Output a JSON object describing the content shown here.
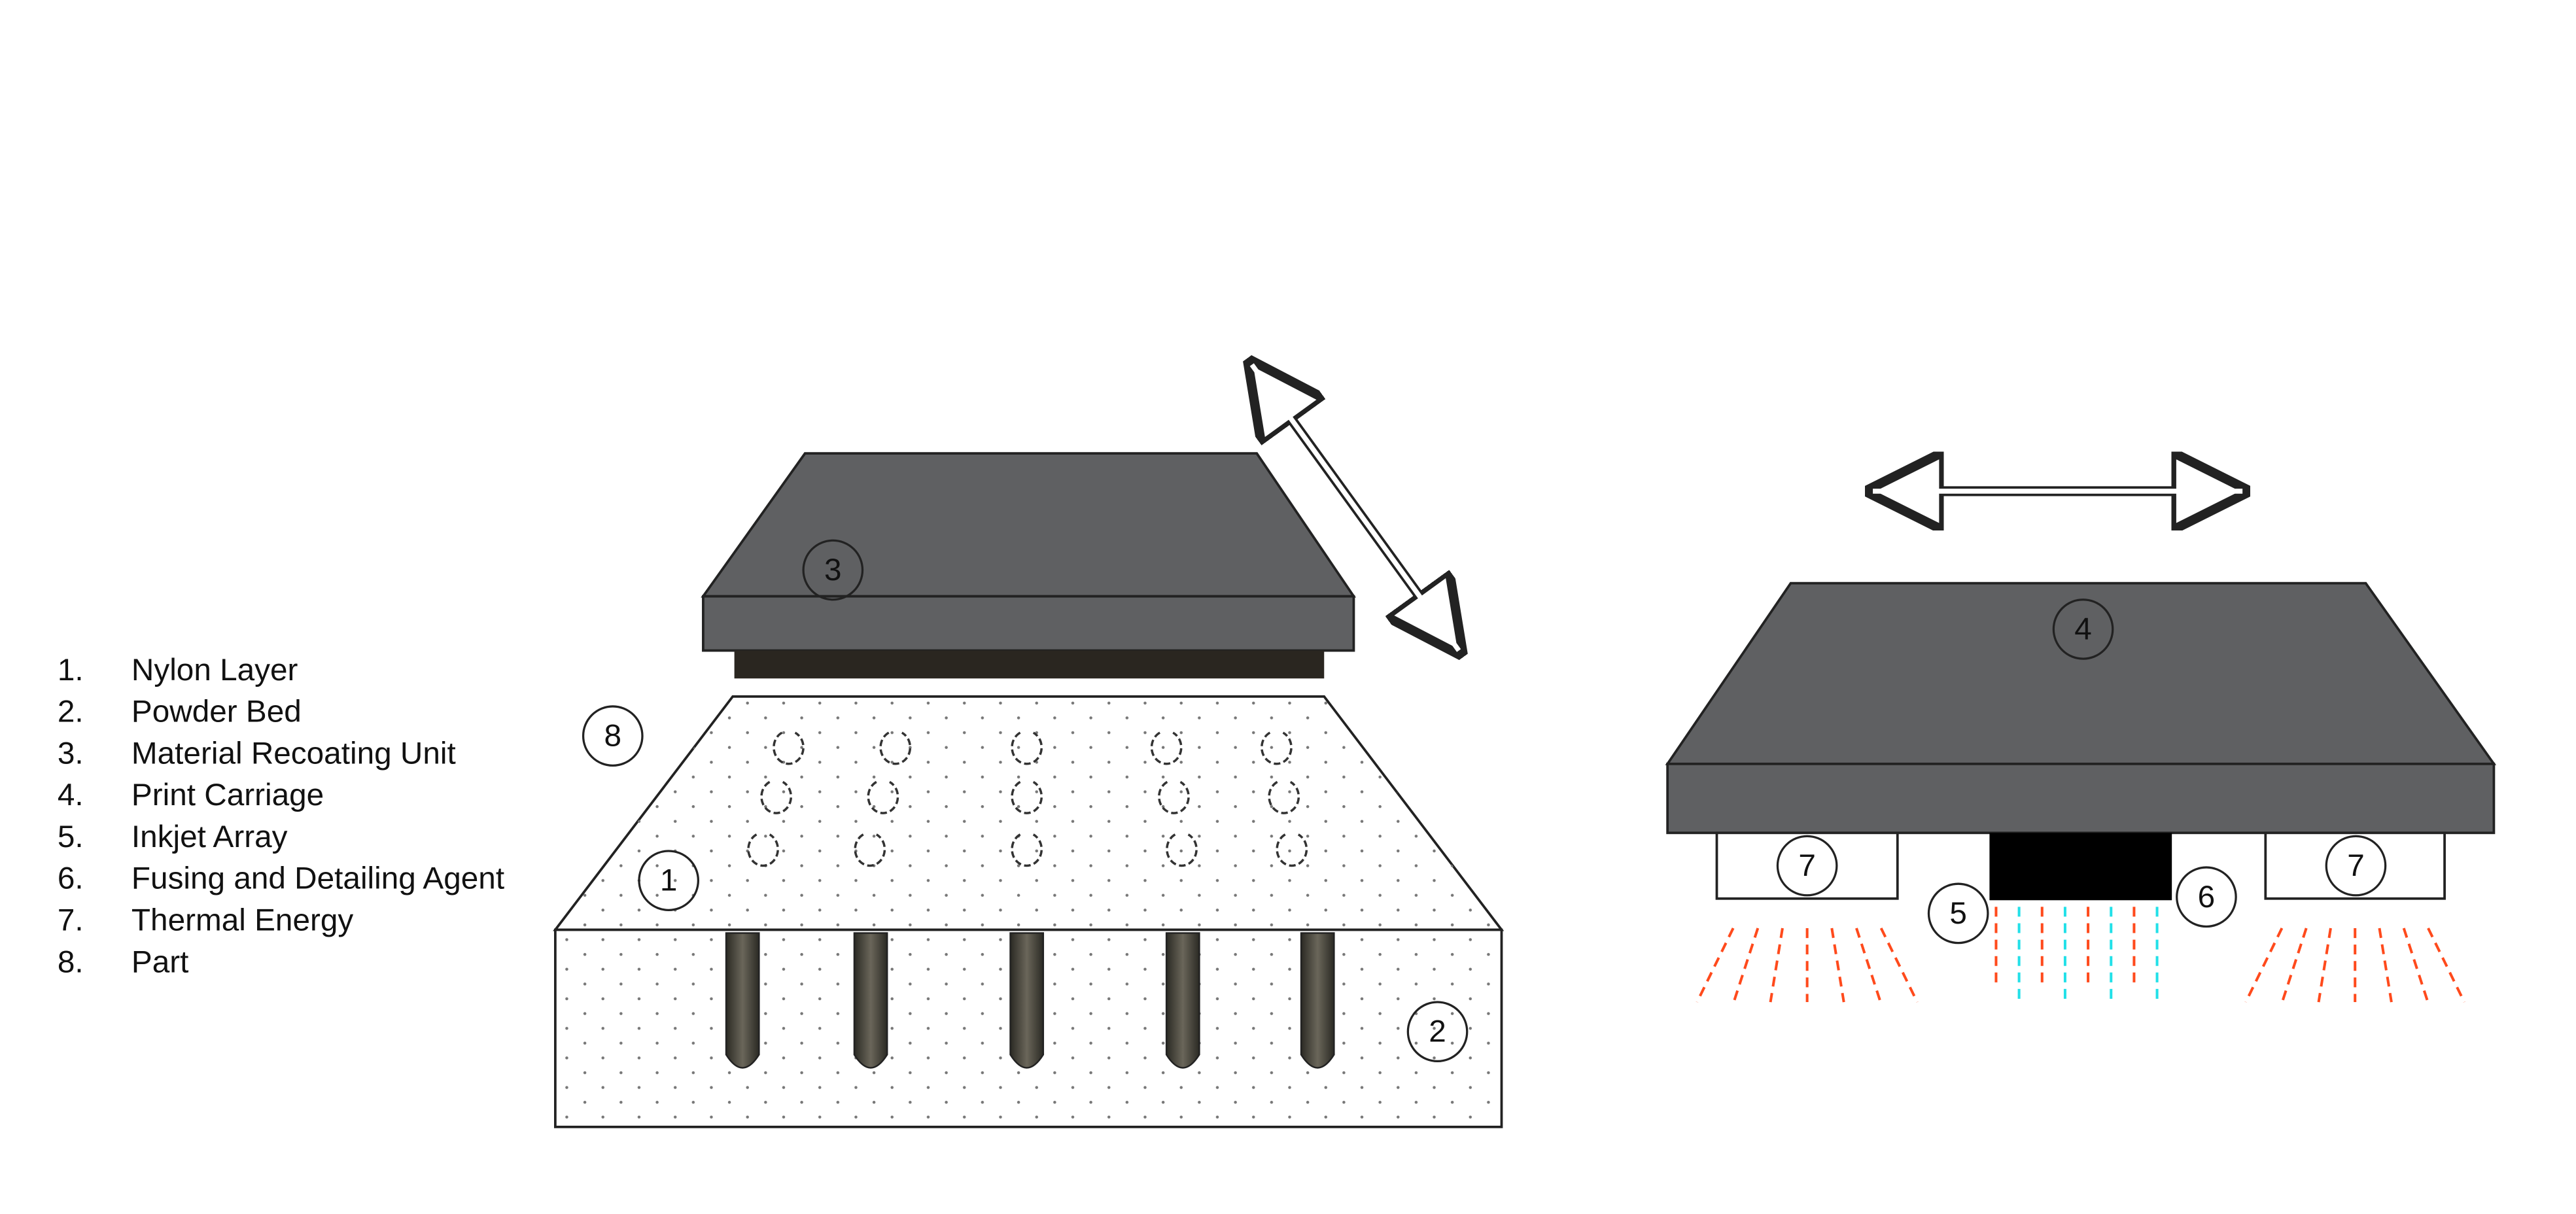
{
  "legend": [
    {
      "num": "1.",
      "label": "Nylon Layer"
    },
    {
      "num": "2.",
      "label": "Powder Bed"
    },
    {
      "num": "3.",
      "label": "Material Recoating Unit"
    },
    {
      "num": "4.",
      "label": "Print Carriage"
    },
    {
      "num": "5.",
      "label": "Inkjet Array"
    },
    {
      "num": "6.",
      "label": "Fusing and Detailing Agent"
    },
    {
      "num": "7.",
      "label": "Thermal Energy"
    },
    {
      "num": "8.",
      "label": "Part"
    }
  ],
  "callouts": {
    "c1": "1",
    "c2": "2",
    "c3": "3",
    "c4": "4",
    "c5": "5",
    "c6": "6",
    "c7a": "7",
    "c7b": "7",
    "c8": "8"
  },
  "colors": {
    "unit_gray": "#5f6062",
    "dark_bar": "#2a2620",
    "inkjet_black": "#000000",
    "thermal_red": "#ff4a1c",
    "agent_cyan": "#22e0e8"
  }
}
